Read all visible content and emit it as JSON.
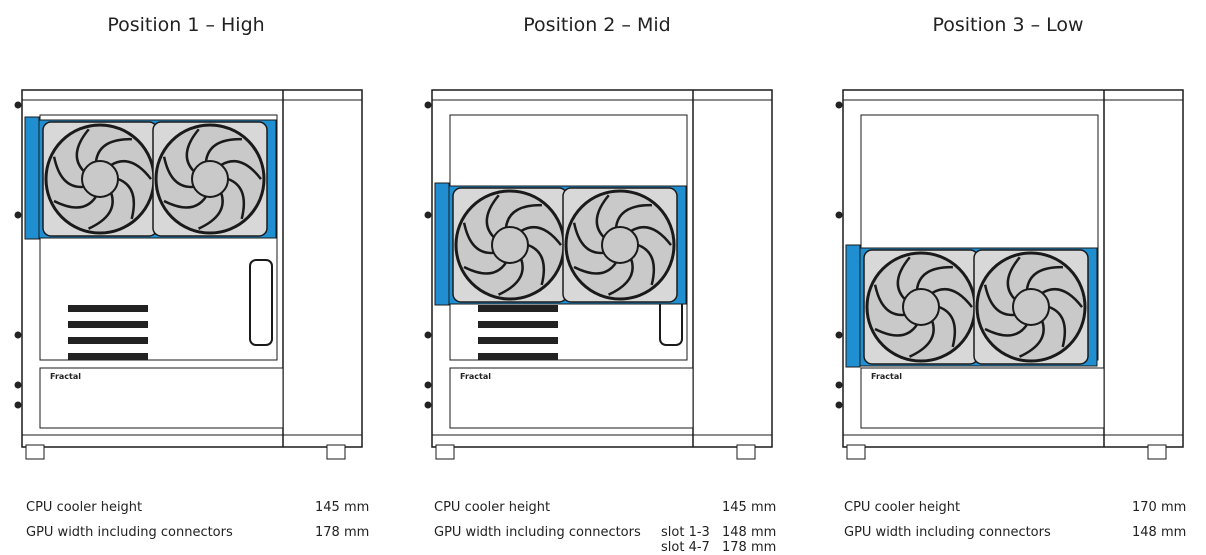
{
  "positions": [
    {
      "title": "Position 1 – High",
      "specs": {
        "cpu_label": "CPU cooler height",
        "cpu_value": "145 mm",
        "gpu_label": "GPU width including connectors",
        "gpu_rows": [
          {
            "slot": "",
            "value": "178 mm"
          }
        ]
      }
    },
    {
      "title": "Position 2 – Mid",
      "specs": {
        "cpu_label": "CPU cooler height",
        "cpu_value": "145 mm",
        "gpu_label": "GPU width including connectors",
        "gpu_rows": [
          {
            "slot": "slot 1-3",
            "value": "148 mm"
          },
          {
            "slot": "slot 4-7",
            "value": "178 mm"
          }
        ]
      }
    },
    {
      "title": "Position 3 – Low",
      "specs": {
        "cpu_label": "CPU cooler height",
        "cpu_value": "170 mm",
        "gpu_label": "GPU width including connectors",
        "gpu_rows": [
          {
            "slot": "",
            "value": "148 mm"
          }
        ]
      }
    }
  ],
  "brand_logo_text": "Fractal",
  "colors": {
    "radiator": "#1f8fd1",
    "fan": "#c9c9c9",
    "line": "#1a1a1a"
  }
}
